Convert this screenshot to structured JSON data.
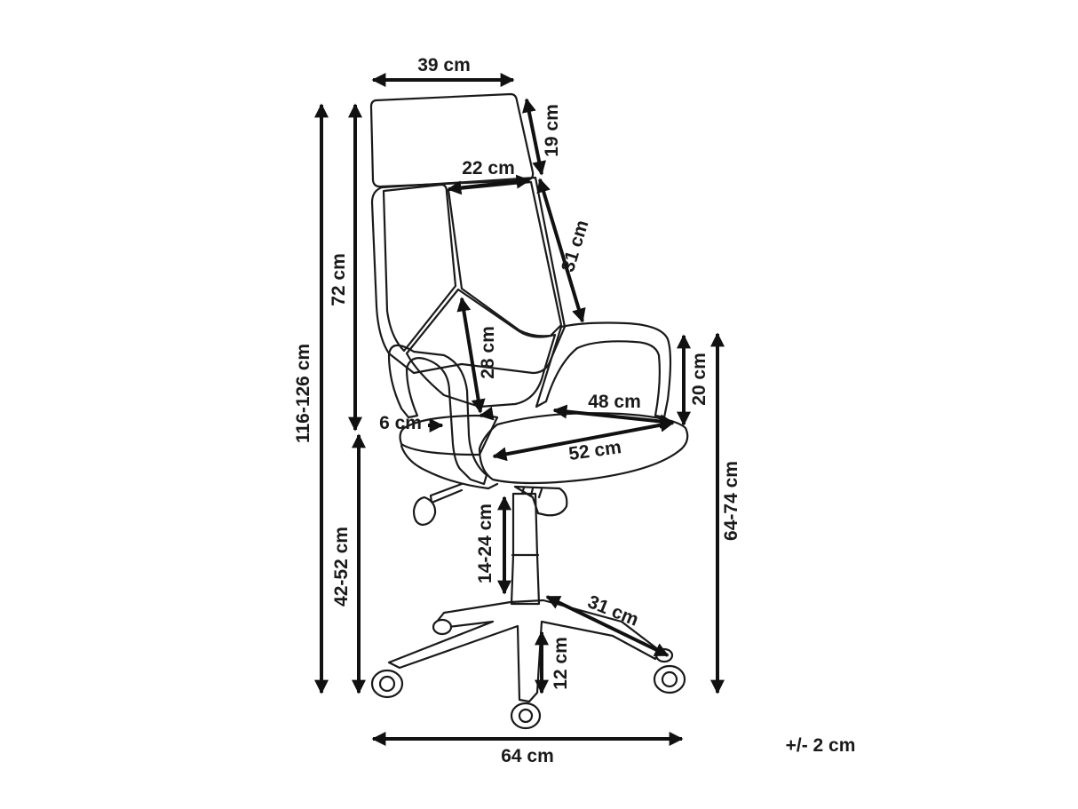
{
  "dimensions": {
    "headrest_width": "39 cm",
    "headrest_height": "19 cm",
    "back_width": "22 cm",
    "back_side": "31 cm",
    "backrest_height": "72 cm",
    "total_height": "116-126 cm",
    "lumbar_height": "28 cm",
    "armrest_height": "20 cm",
    "seat_gap": "6 cm",
    "seat_depth": "48 cm",
    "seat_width": "52 cm",
    "seat_height": "42-52 cm",
    "armrest_floor_height": "64-74 cm",
    "gas_lift": "14-24 cm",
    "base_leg": "31 cm",
    "base_height": "12 cm",
    "base_width": "64 cm"
  },
  "tolerance": "+/- 2 cm"
}
